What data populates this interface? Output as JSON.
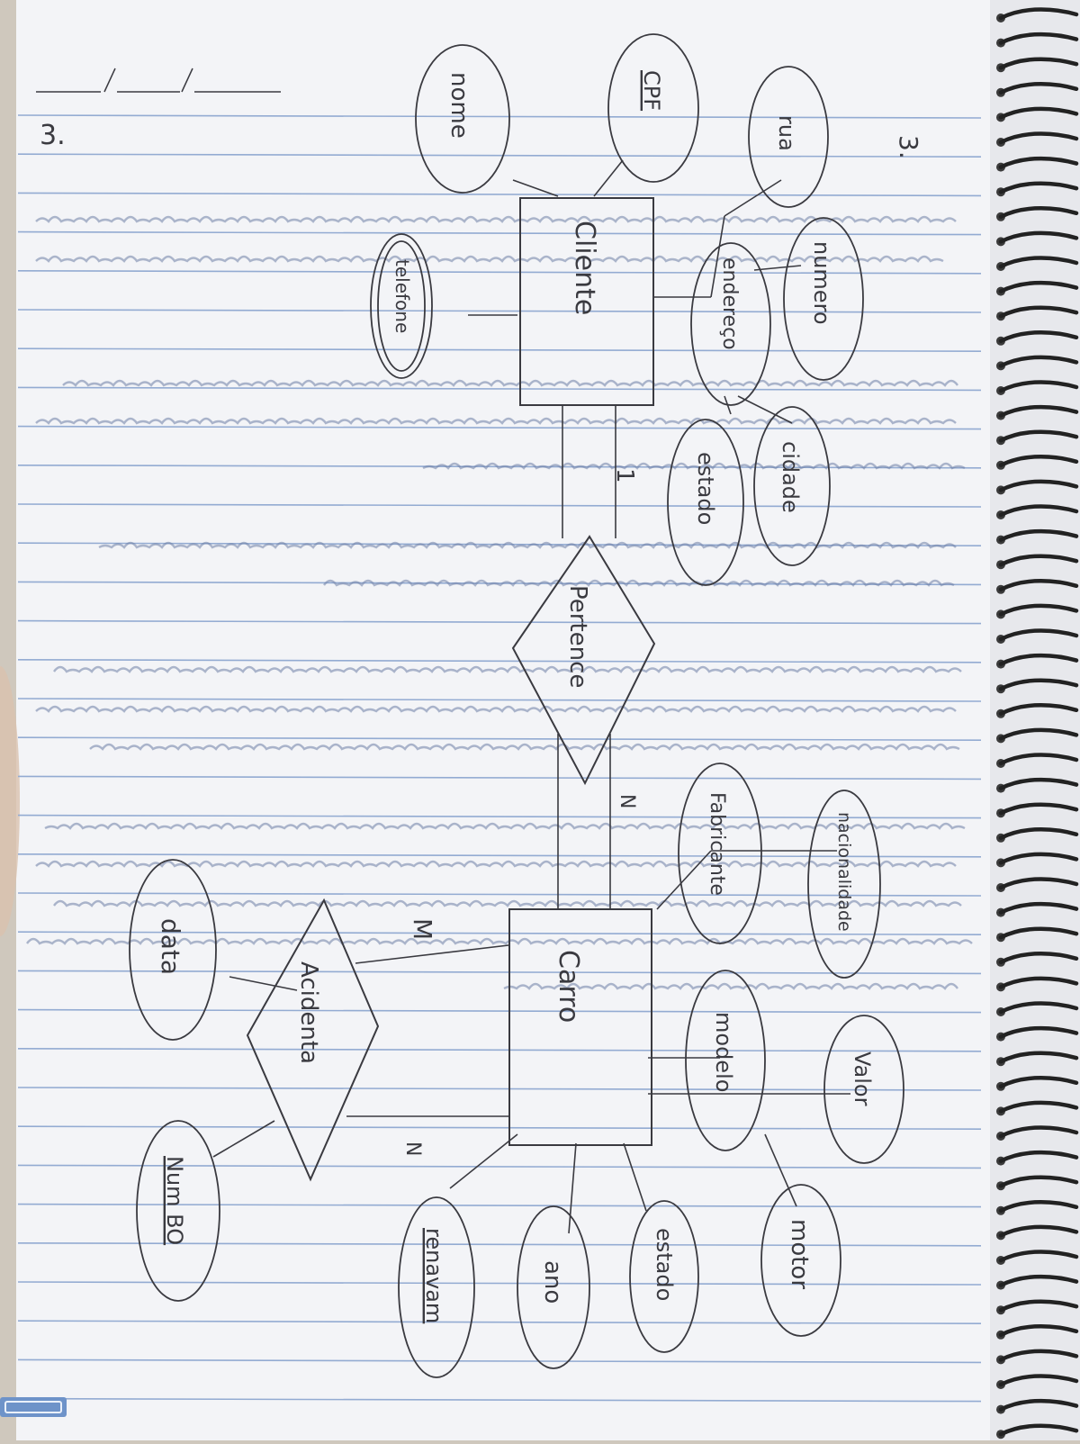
{
  "header": {
    "date_blank": "___/___/___",
    "page_number_left": "3.",
    "page_number_right": "3."
  },
  "entities": {
    "cliente": "Cliente",
    "carro": "Carro"
  },
  "relationships": {
    "pertence": "Pertence",
    "acidenta": "Acidenta"
  },
  "attributes": {
    "cpf": "CPF",
    "nome": "nome",
    "rua": "rua",
    "numero": "numero",
    "endereco": "endereço",
    "telefone": "telefone",
    "cidade": "cidade",
    "estado_cliente": "estado",
    "fabricante": "Fabricante",
    "nacionalidade": "nacionalidade",
    "modelo": "modelo",
    "valor": "Valor",
    "motor": "motor",
    "estado_carro": "estado",
    "ano": "ano",
    "renavam": "renavam",
    "data": "data",
    "num_bo": "Num BO"
  },
  "cardinalities": {
    "cliente_pertence": "1",
    "pertence_carro": "N",
    "carro_acidenta_m": "M",
    "carro_acidenta_n": "N"
  },
  "colors": {
    "paper": "#f4f5f7",
    "rule_line": "#8fa7cf",
    "ink": "#3a3a40",
    "spiral": "#2a2a2a"
  }
}
